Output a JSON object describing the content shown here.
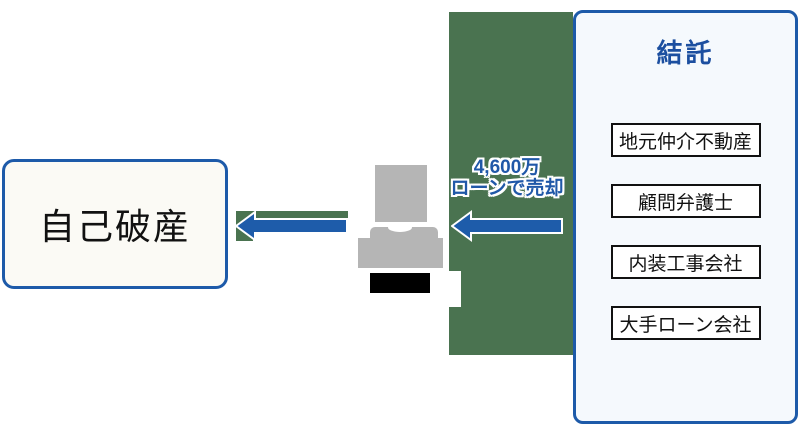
{
  "diagram": {
    "bankruptcy": {
      "label": "自己破産"
    },
    "sale_annotation": {
      "line1": "4,600万",
      "line2": "ローンで売却"
    },
    "collusion": {
      "title": "結託",
      "members": [
        "地元仲介不動産",
        "顧問弁護士",
        "内装工事会社",
        "大手ローン会社"
      ]
    },
    "icons": {
      "person": "person-silhouette-icon",
      "censor": "censor-bar",
      "left_arrow": "arrow-left-icon",
      "right_arrow": "arrow-left-icon"
    },
    "colors": {
      "accent_blue": "#1d5aa9",
      "title_blue": "#1c4fa0",
      "annotation_blue": "#2058a8",
      "backdrop_green": "#4a7350",
      "person_gray": "#b5b5b5",
      "panel_background": "#f5f9fd",
      "bankruptcy_background": "#fbfaf5",
      "member_box_border": "#111111",
      "censor_black": "#000000"
    }
  }
}
